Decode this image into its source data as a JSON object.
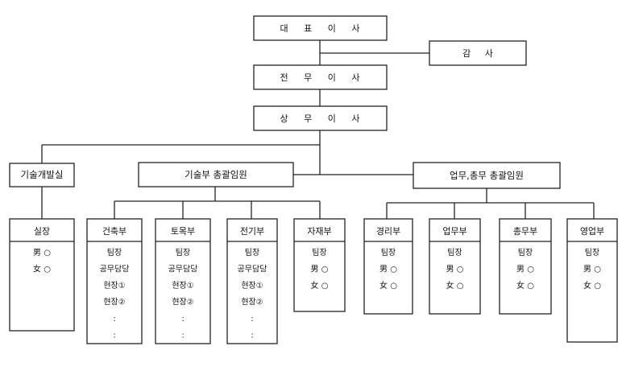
{
  "exec": {
    "ceo": "대 표 이 사",
    "auditor": "감     사",
    "senior_managing": "전 무 이 사",
    "managing": "상 무 이 사"
  },
  "divisions": {
    "rnd": "기술개발실",
    "tech": "기술부 총괄임원",
    "admin": "업무,총무 총괄임원"
  },
  "depts": [
    {
      "name": "실장",
      "items": [
        "男 ○",
        "女 ○"
      ]
    },
    {
      "name": "건축부",
      "items": [
        "팀장",
        "공무담당",
        "현장①",
        "현장②",
        ":",
        ":"
      ]
    },
    {
      "name": "토목부",
      "items": [
        "팀장",
        "공무담당",
        "현장①",
        "현장②",
        ":",
        ":"
      ]
    },
    {
      "name": "전기부",
      "items": [
        "팀장",
        "공무담당",
        "현장①",
        "현장②",
        ":",
        ":"
      ]
    },
    {
      "name": "자재부",
      "items": [
        "팀장",
        "男 ○",
        "女 ○"
      ]
    },
    {
      "name": "경리부",
      "items": [
        "팀장",
        "男 ○",
        "女 ○"
      ]
    },
    {
      "name": "업무부",
      "items": [
        "팀장",
        "男 ○",
        "女 ○"
      ]
    },
    {
      "name": "총무부",
      "items": [
        "팀장",
        "男 ○",
        "女 ○"
      ]
    },
    {
      "name": "영업부",
      "items": [
        "팀장",
        "男 ○",
        "女 ○"
      ]
    }
  ]
}
